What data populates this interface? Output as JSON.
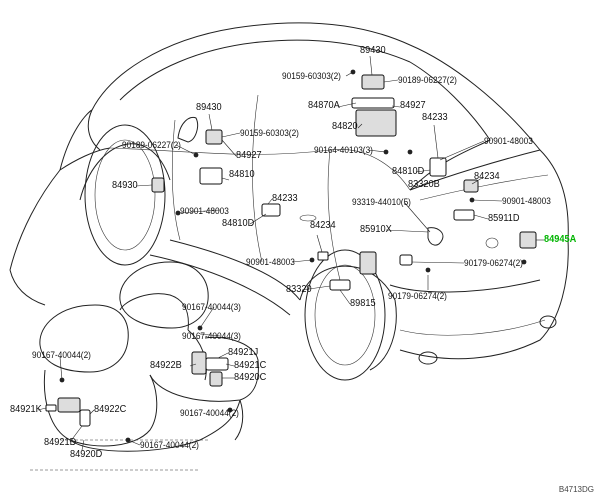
{
  "diagram": {
    "labels": {
      "p89430_top": "89430",
      "p90159_top": "90159-60303(2)",
      "p90189_top": "90189-06227(2)",
      "p84870A": "84870A",
      "p84927_r": "84927",
      "p84820": "84820",
      "p84233_r": "84233",
      "p90901_r1": "90901-48003",
      "p90164": "90164-40103(3)",
      "p84810D_r": "84810D",
      "p83320B": "83320B",
      "p84234_r": "84234",
      "p93319": "93319-44010(5)",
      "p90901_r2": "90901-48003",
      "p85910X": "85910X",
      "p85911D": "85911D",
      "p84945A": "84945A",
      "p90179_r1": "90179-06274(2)",
      "p90179_r2": "90179-06274(2)",
      "p89815": "89815",
      "p83320": "83320",
      "p84234_m": "84234",
      "p90901_m": "90901-48003",
      "p89430_l": "89430",
      "p90159_l": "90159-60303(2)",
      "p90189_l": "90189-06227(2)",
      "p84927_l": "84927",
      "p84930": "84930",
      "p84810_l": "84810",
      "p90901_l": "90901-48003",
      "p84233_m": "84233",
      "p84810D_l": "84810D",
      "p90167_a": "90167-40044(3)",
      "p90167_b": "90167-40044(3)",
      "p84921J": "84921J",
      "p84922B": "84922B",
      "p84921C_r": "84921C",
      "p84920C": "84920C",
      "p84921K": "84921K",
      "p84922C": "84922C",
      "p90167_c": "90167-40044(2)",
      "p90167_d": "90167-40044(2)",
      "p84921D": "84921D",
      "p84920D": "84920D"
    },
    "drawing_code": "B4713DG",
    "highlight_color": "#00b400"
  }
}
